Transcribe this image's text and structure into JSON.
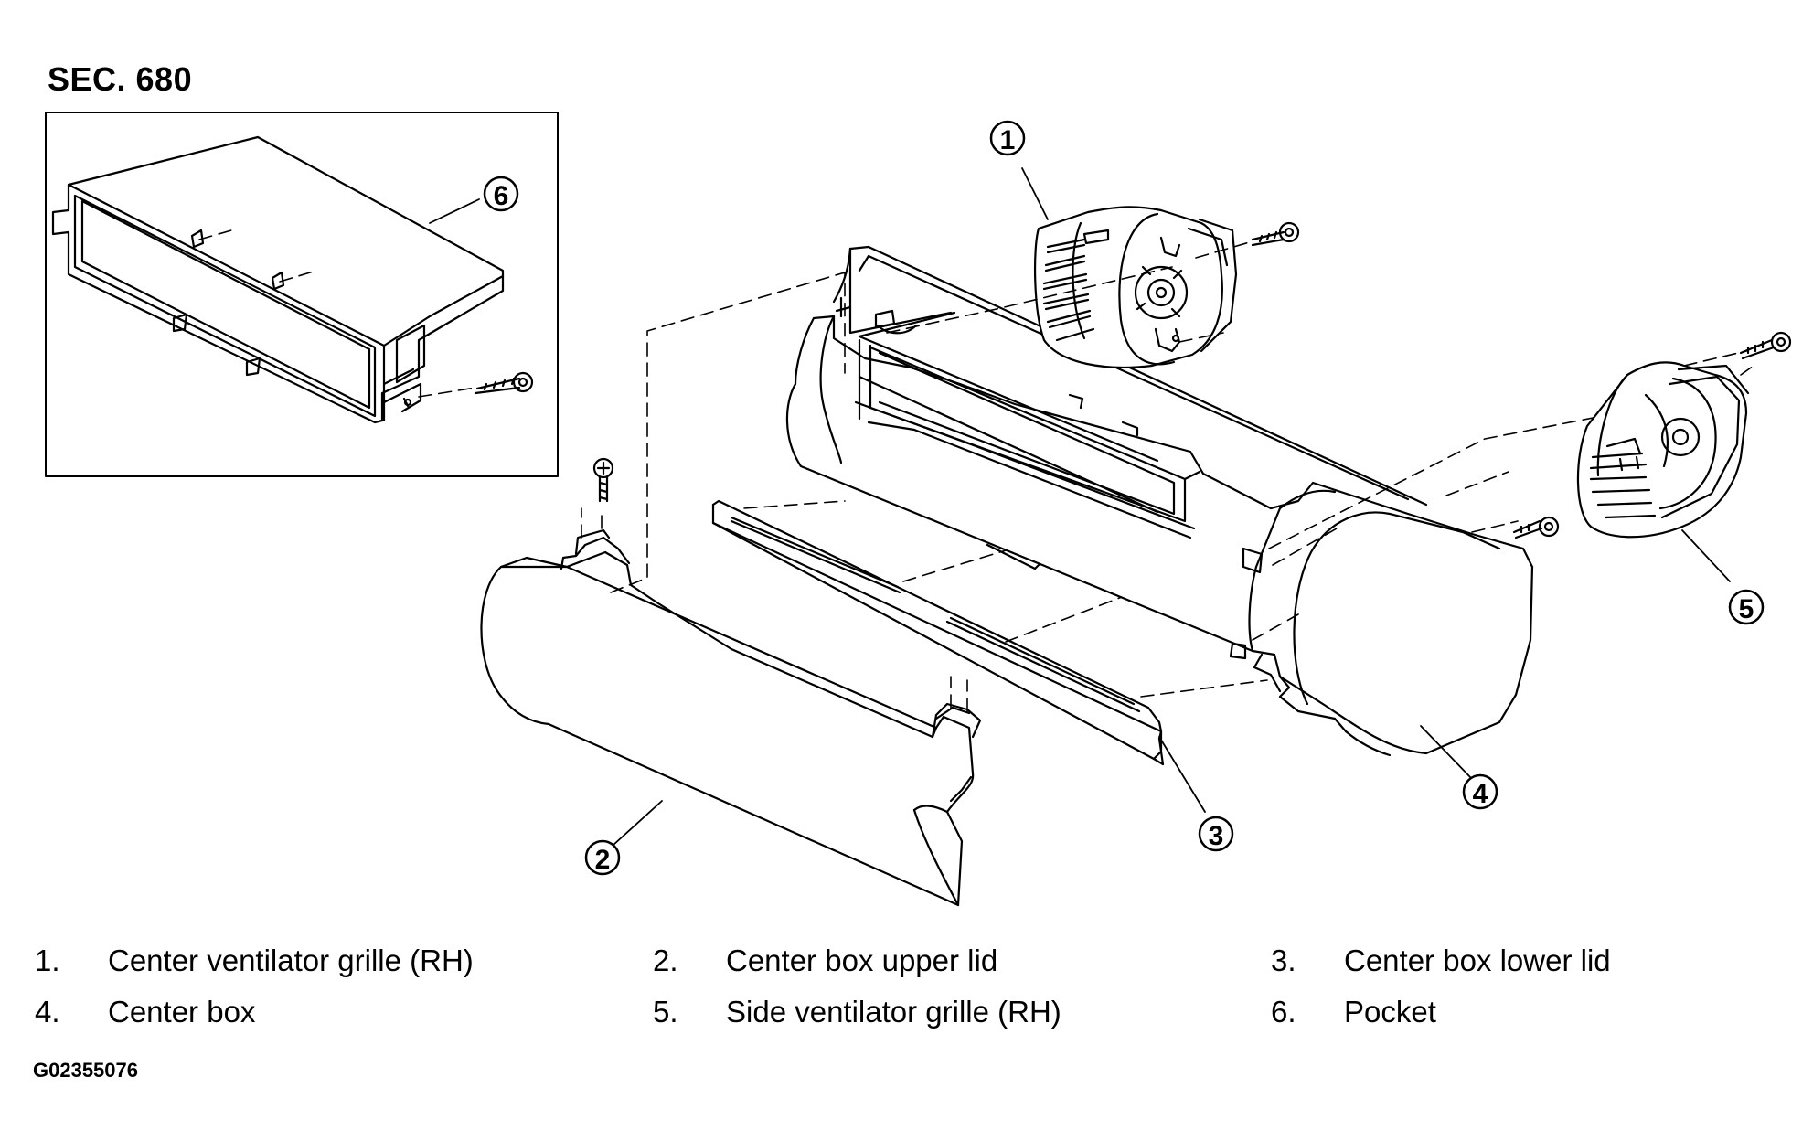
{
  "section": "SEC. 680",
  "callouts": [
    "1",
    "2",
    "3",
    "4",
    "5",
    "6"
  ],
  "legend": [
    {
      "num": "1.",
      "label": "Center ventilator grille (RH)"
    },
    {
      "num": "2.",
      "label": "Center box upper lid"
    },
    {
      "num": "3.",
      "label": "Center box lower lid"
    },
    {
      "num": "4.",
      "label": "Center box"
    },
    {
      "num": "5.",
      "label": "Side ventilator grille (RH)"
    },
    {
      "num": "6.",
      "label": "Pocket"
    }
  ],
  "figure_code": "G02355076"
}
